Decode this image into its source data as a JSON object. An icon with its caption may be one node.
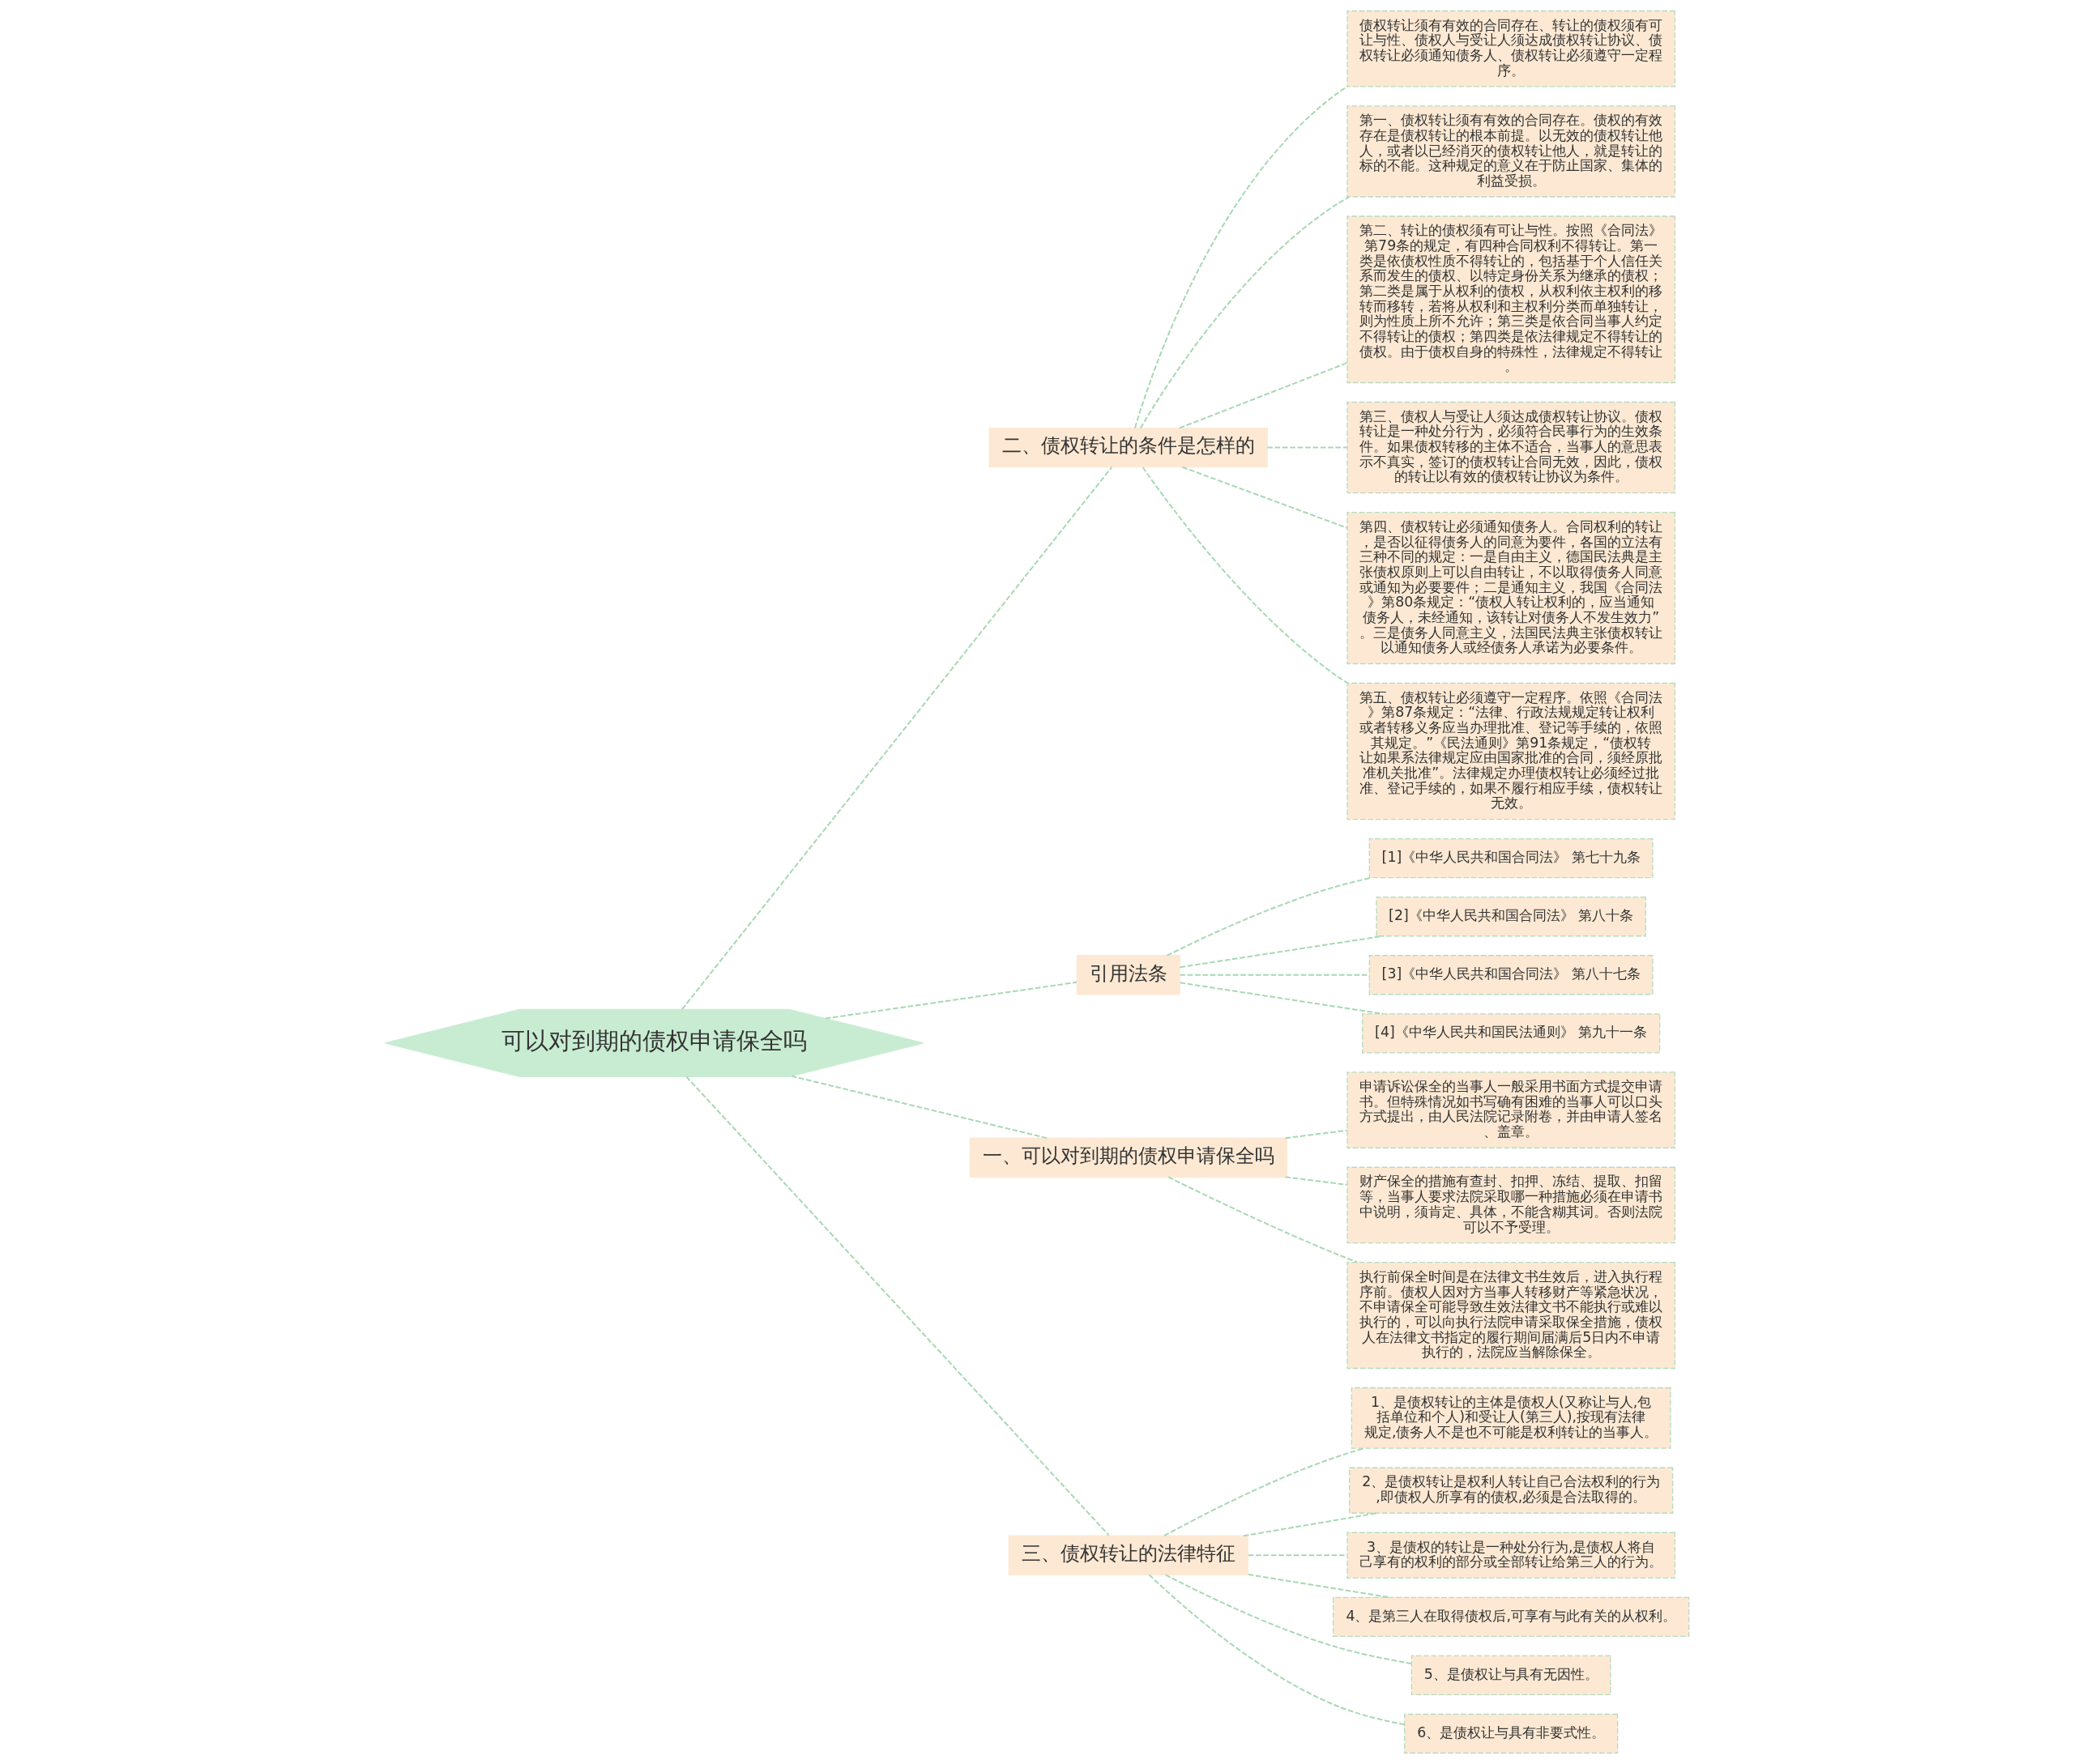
{
  "diagram": {
    "nodes": [
      {
        "text": [
          "可以对到期的债权申请保全吗"
        ]
      },
      {
        "text": [
          "二、债权转让的条件是怎样的"
        ]
      },
      {
        "text": [
          "债权转让须有有效的合同存在、转让的债权须有可让与性、债权人与受让人须达成债权转让协议、债权转让必须通知债务人、债权转让必须遵守一定程序。"
        ]
      },
      {
        "text": [
          "第一、债权转让须有有效的合同存在。债权的有效存在是债权转让的根本前提。以无效的债权转让他人，或者以已经消灭的债权转让他人，就是转让的标的不能。这种规定的意义在于防止国家、集体的利益受损。"
        ]
      },
      {
        "text": [
          "第二、转让的债权须有可让与性。按照《合同法》第79条的规定，有四种合同权利不得转让。第一类是依债权性质不得转让的，包括基于个人信任关系而发生的债权、以特定身份关系为继承的债权；第二类是属于从权利的债权，从权利依主权利的移转而移转，若将从权利和主权利分类而单独转让，则为性质上所不允许；第三类是依合同当事人约定不得转让的债权；第四类是依法律规定不得转让的债权。由于债权自身的特殊性，法律规定不得转让。"
        ]
      },
      {
        "text": [
          "第三、债权人与受让人须达成债权转让协议。债权转让是一种处分行为，必须符合民事行为的生效条件。如果债权转移的主体不适合，当事人的意思表示不真实，签订的债权转让合同无效，因此，债权的转让以有效的债权转让协议为条件。"
        ]
      },
      {
        "text": [
          "第四、债权转让必须通知债务人。合同权利的转让，是否以征得债务人的同意为要件，各国的立法有三种不同的规定：一是自由主义，德国民法典是主张债权原则上可以自由转让，不以取得债务人同意或通知为必要要件；二是通知主义，我国《合同法》第80条规定：“债权人转让权利的，应当通知债务人，未经通知，该转让对债务人不发生效力”。三是债务人同意主义，法国民法典主张债权转让以通知债务人或经债务人承诺为必要条件。"
        ]
      },
      {
        "text": [
          "第五、债权转让必须遵守一定程序。依照《合同法》第87条规定：“法律、行政法规规定转让权利或者转移义务应当办理批准、登记等手续的，依照其规定。”《民法通则》第91条规定，“债权转让如果系法律规定应由国家批准的合同，须经原批准机关批准”。法律规定办理债权转让必须经过批准、登记手续的，如果不履行相应手续，债权转让无效。"
        ]
      },
      {
        "text": [
          "引用法条"
        ]
      },
      {
        "text": [
          "[1]《中华人民共和国合同法》 第七十九条"
        ]
      },
      {
        "text": [
          "[2]《中华人民共和国合同法》 第八十条"
        ]
      },
      {
        "text": [
          "[3]《中华人民共和国合同法》 第八十七条"
        ]
      },
      {
        "text": [
          "[4]《中华人民共和国民法通则》 第九十一条"
        ]
      },
      {
        "text": [
          "一、可以对到期的债权申请保全吗"
        ]
      },
      {
        "text": [
          "申请诉讼保全的当事人一般采用书面方式提交申请书。但特殊情况如书写确有困难的当事人可以口头方式提出，由人民法院记录附卷，并由申请人签名、盖章。"
        ]
      },
      {
        "text": [
          "财产保全的措施有查封、扣押、冻结、提取、扣留等，当事人要求法院采取哪一种措施必须在申请书中说明，须肯定、具体，不能含糊其词。否则法院可以不予受理。"
        ]
      },
      {
        "text": [
          "执行前保全时间是在法律文书生效后，进入执行程序前。债权人因对方当事人转移财产等紧急状况，不申请保全可能导致生效法律文书不能执行或难以执行的，可以向执行法院申请采取保全措施，债权人在法律文书指定的履行期间届满后5日内不申请执行的，法院应当解除保全。"
        ]
      },
      {
        "text": [
          "三、债权转让的法律特征"
        ]
      },
      {
        "text": [
          "1、是债权转让的主体是债权人(又称让与人,包括单位和个人)和受让人(第三人),按现有法律规定,债务人不是也不可能是权利转让的当事人。"
        ]
      },
      {
        "text": [
          "2、是债权转让是权利人转让自己合法权利的行为,即债权人所享有的债权,必须是合法取得的。"
        ]
      },
      {
        "text": [
          "3、是债权的转让是一种处分行为,是债权人将自己享有的权利的部分或全部转让给第三人的行为。"
        ]
      },
      {
        "text": [
          "4、是第三人在取得债权后,可享有与此有关的从权利。"
        ]
      },
      {
        "text": [
          "5、是债权让与具有无因性。"
        ]
      },
      {
        "text": [
          "6、是债权让与具有非要式性。"
        ]
      }
    ],
    "edges": [
      {
        "from": 0,
        "to": 1,
        "arrow": "none",
        "style": "dashed"
      },
      {
        "from": 1,
        "to": 2,
        "arrow": "none",
        "style": "dashed"
      },
      {
        "from": 1,
        "to": 3,
        "arrow": "none",
        "style": "dashed"
      },
      {
        "from": 1,
        "to": 4,
        "arrow": "none",
        "style": "dashed"
      },
      {
        "from": 1,
        "to": 5,
        "arrow": "none",
        "style": "dashed"
      },
      {
        "from": 1,
        "to": 6,
        "arrow": "none",
        "style": "dashed"
      },
      {
        "from": 1,
        "to": 7,
        "arrow": "none",
        "style": "dashed"
      },
      {
        "from": 0,
        "to": 8,
        "arrow": "none",
        "style": "dashed"
      },
      {
        "from": 8,
        "to": 9,
        "arrow": "none",
        "style": "dashed"
      },
      {
        "from": 8,
        "to": 10,
        "arrow": "none",
        "style": "dashed"
      },
      {
        "from": 8,
        "to": 11,
        "arrow": "none",
        "style": "dashed"
      },
      {
        "from": 8,
        "to": 12,
        "arrow": "none",
        "style": "dashed"
      },
      {
        "from": 0,
        "to": 13,
        "arrow": "none",
        "style": "dashed"
      },
      {
        "from": 13,
        "to": 14,
        "arrow": "none",
        "style": "dashed"
      },
      {
        "from": 13,
        "to": 15,
        "arrow": "none",
        "style": "dashed"
      },
      {
        "from": 13,
        "to": 16,
        "arrow": "none",
        "style": "dashed"
      },
      {
        "from": 0,
        "to": 17,
        "arrow": "none",
        "style": "dashed"
      },
      {
        "from": 17,
        "to": 18,
        "arrow": "none",
        "style": "dashed"
      },
      {
        "from": 17,
        "to": 19,
        "arrow": "none",
        "style": "dashed"
      },
      {
        "from": 17,
        "to": 20,
        "arrow": "none",
        "style": "dashed"
      },
      {
        "from": 17,
        "to": 21,
        "arrow": "none",
        "style": "dashed"
      },
      {
        "from": 17,
        "to": 22,
        "arrow": "none",
        "style": "dashed"
      },
      {
        "from": 17,
        "to": 23,
        "arrow": "none",
        "style": "dashed"
      }
    ]
  }
}
